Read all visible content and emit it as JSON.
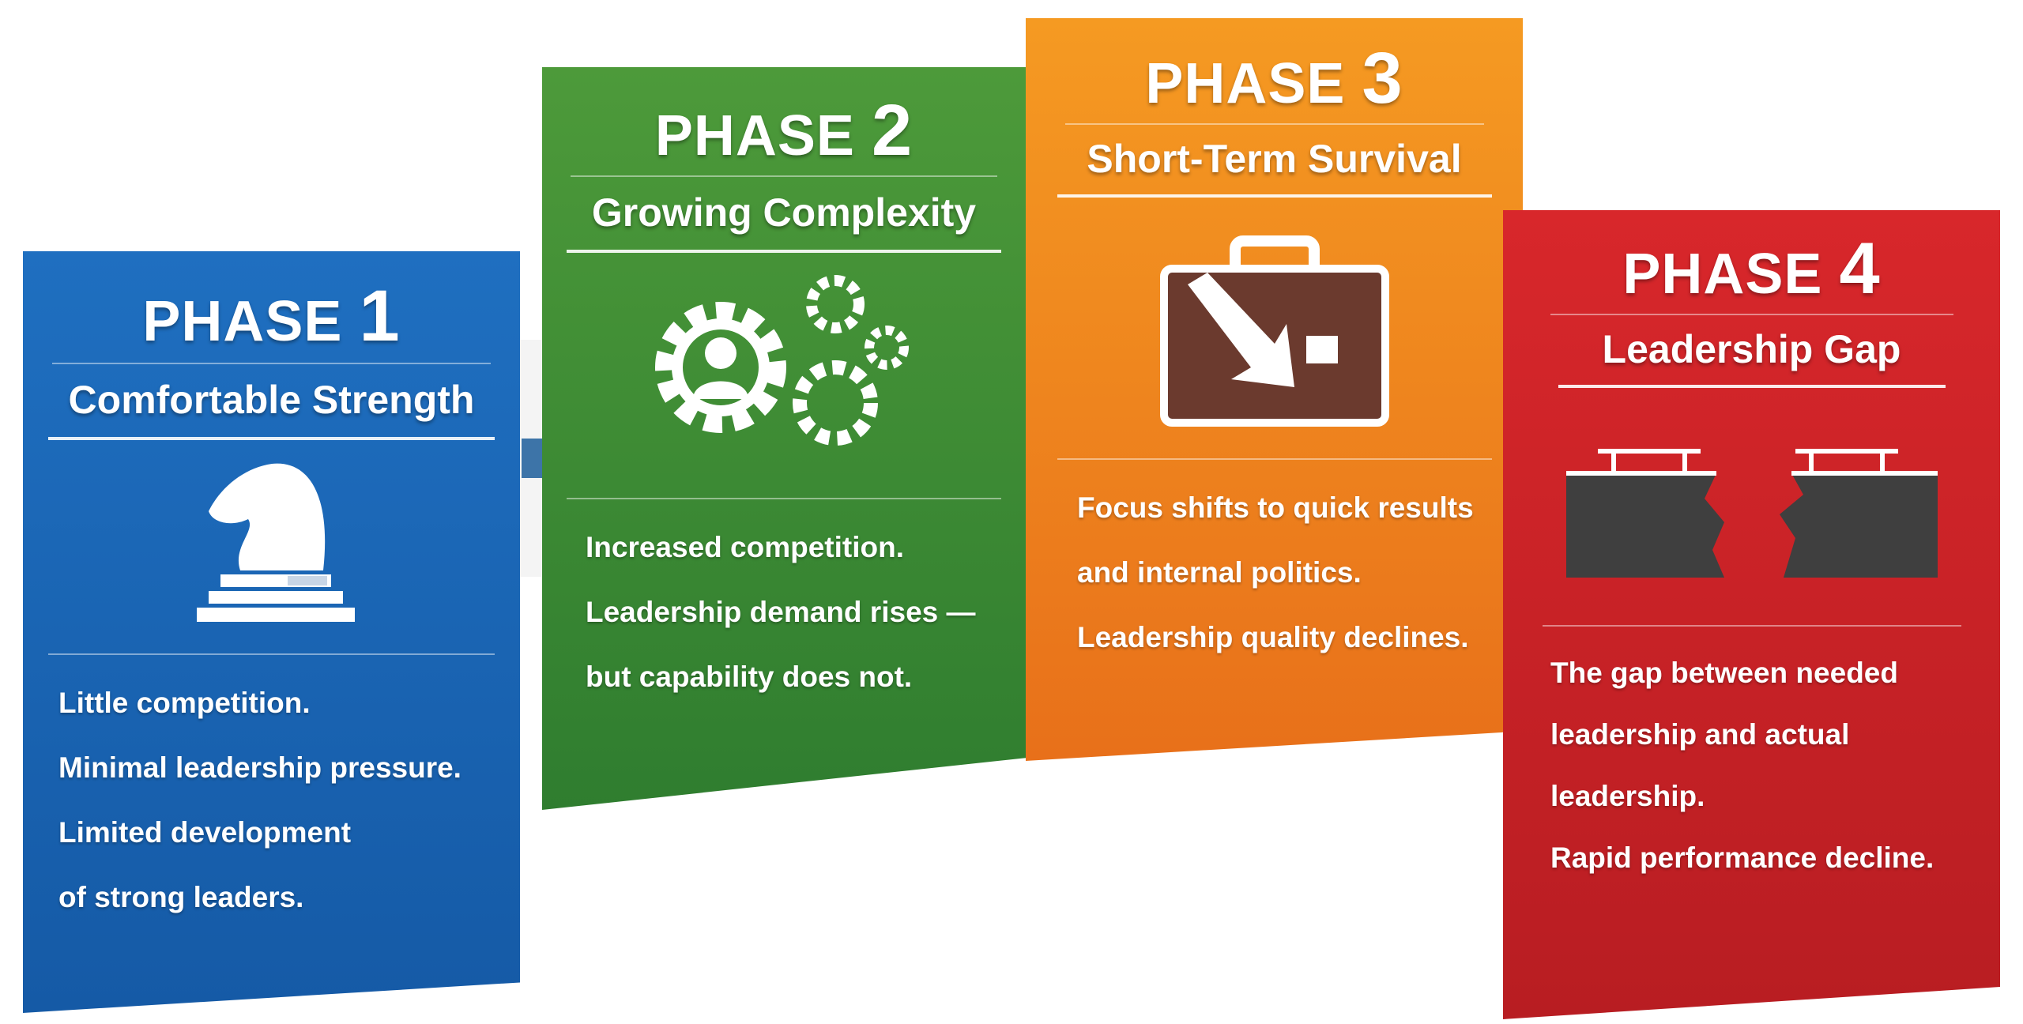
{
  "phases": [
    {
      "label": "PHASE",
      "number": "1",
      "title": "Comfortable Strength",
      "icon": "chess-knight-icon",
      "lines": [
        "Little competition.",
        "Minimal leadership pressure.",
        "Limited development",
        "of strong leaders."
      ],
      "color": "#1a64b4"
    },
    {
      "label": "PHASE",
      "number": "2",
      "title": "Growing Complexity",
      "icon": "gears-person-icon",
      "lines": [
        "Increased competition.",
        "Leadership demand rises —",
        "but capability does not."
      ],
      "color": "#3f8c35"
    },
    {
      "label": "PHASE",
      "number": "3",
      "title": "Short-Term Survival",
      "icon": "briefcase-down-arrow-icon",
      "lines": [
        "Focus shifts to quick results",
        "and internal politics.",
        "Leadership quality declines."
      ],
      "color": "#ef831e"
    },
    {
      "label": "PHASE",
      "number": "4",
      "title": "Leadership Gap",
      "icon": "broken-bridge-icon",
      "lines": [
        "The gap between needed",
        "leadership and actual",
        "leadership.",
        "Rapid performance decline."
      ],
      "color": "#c92126"
    }
  ]
}
